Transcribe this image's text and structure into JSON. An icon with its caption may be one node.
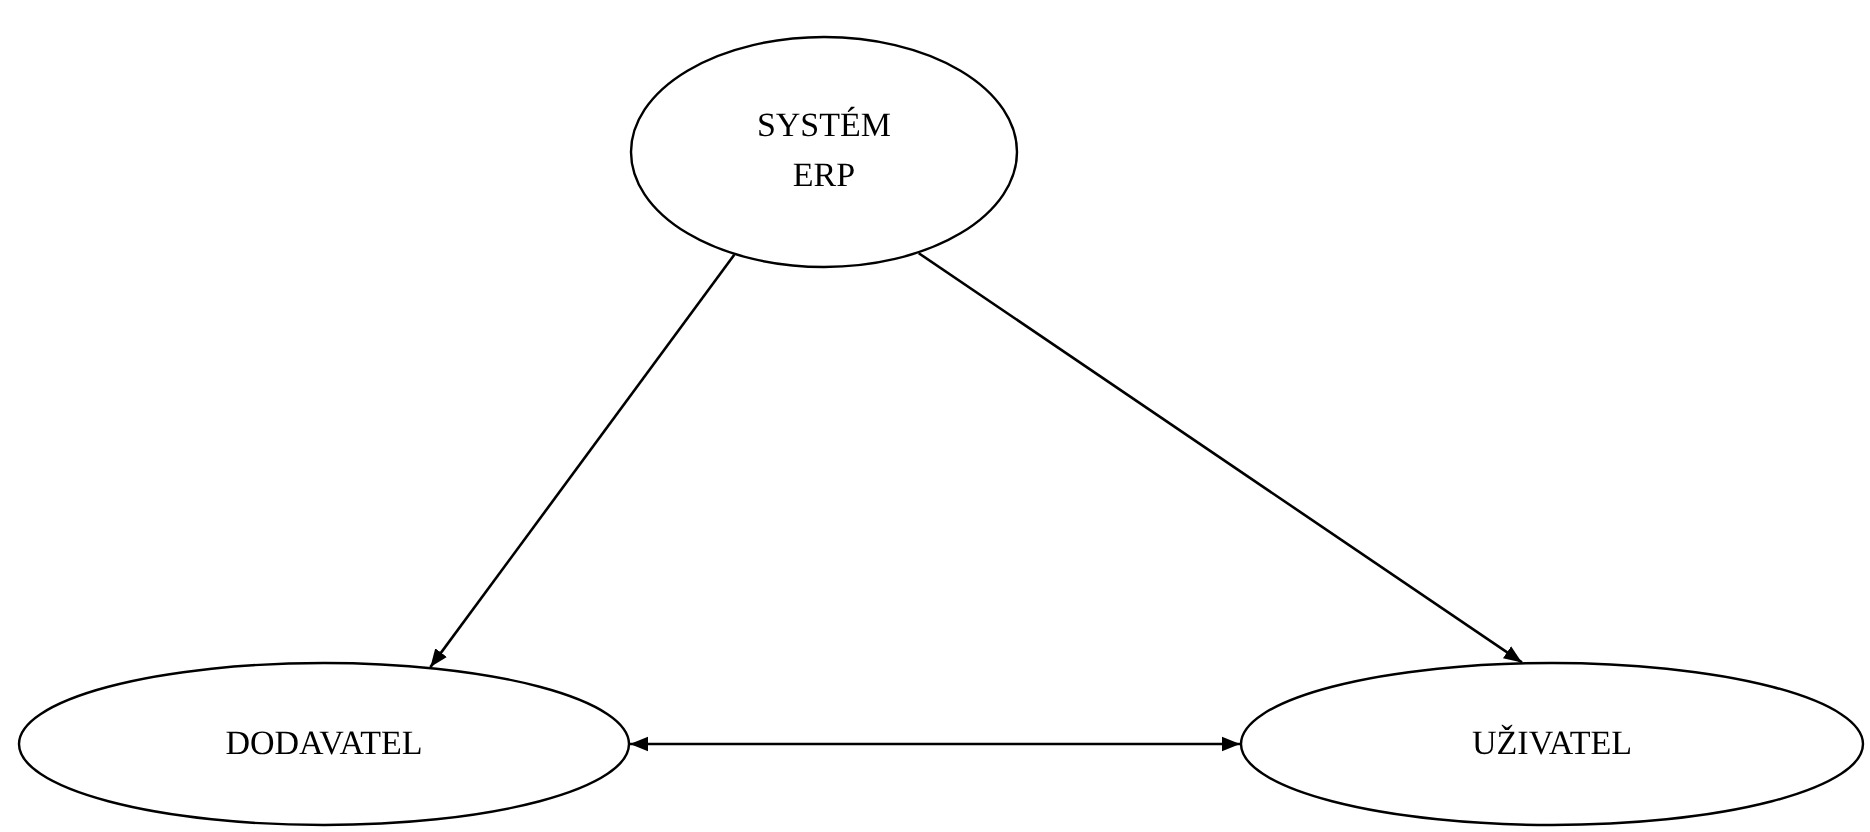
{
  "diagram": {
    "nodes": [
      {
        "text": [
          "SYSTÉM ERP"
        ]
      },
      {
        "text": [
          "DODAVATEL"
        ]
      },
      {
        "text": [
          "UŽIVATEL"
        ]
      }
    ],
    "edges": [
      {
        "from": 0,
        "to": 1,
        "arrow": "to"
      },
      {
        "from": 0,
        "to": 2,
        "arrow": "to"
      },
      {
        "from": 1,
        "to": 2,
        "arrow": "both"
      }
    ]
  }
}
